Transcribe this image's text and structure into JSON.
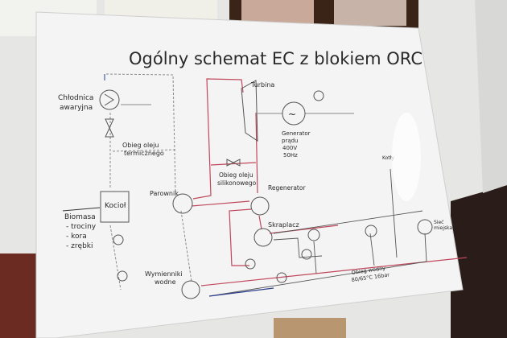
{
  "board": {
    "title": "Ogólny schemat EC z blokiem ORC",
    "labels": {
      "cooler": [
        "Chłodnica",
        "awaryjna"
      ],
      "thermal_oil": [
        "Obieg oleju",
        "termicznego"
      ],
      "turbine": "Turbina",
      "generator": [
        "Generator",
        "prądu",
        "400V",
        "50Hz"
      ],
      "silicone_oil": [
        "Obieg oleju",
        "silikonowego"
      ],
      "evaporator": "Parownik",
      "regenerator": "Regenerator",
      "boiler": "Kocioł",
      "biomass": [
        "Biomasa",
        "- trociny",
        "- kora",
        "- zrębki"
      ],
      "condenser": "Skraplacz",
      "boilers": "Kotły",
      "city_grid": [
        "Sieć",
        "miejska"
      ],
      "water_exchangers": [
        "Wymienniki",
        "wodne"
      ],
      "water_loop": [
        "Obieg wodny",
        "80/65°C 16bar"
      ]
    }
  },
  "colors": {
    "red_line": "#c0485c",
    "blue_line": "#2d3f8c",
    "grey_line": "#8a8a8a",
    "board": "#f4f4f4"
  }
}
